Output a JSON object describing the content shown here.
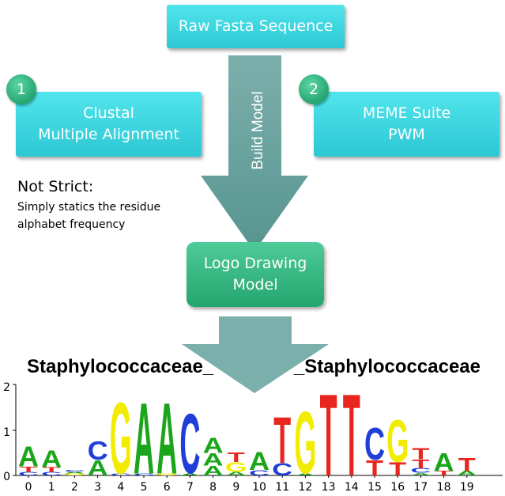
{
  "nodes": {
    "raw": "Raw Fasta Sequence",
    "clustal_line1": "Clustal",
    "clustal_line2": "Multiple Alignment",
    "meme_line1": "MEME Suite",
    "meme_line2": "PWM",
    "logo_line1": "Logo Drawing",
    "logo_line2": "Model"
  },
  "badges": {
    "one": "1",
    "two": "2"
  },
  "arrow_label": "Build Model",
  "note": {
    "title": "Not Strict:",
    "body": "Simply statics the residue alphabet frequency"
  },
  "logo_title": "Staphylococcaceae_",
  "logo_title_right": "_Staphylococcaceae",
  "colors": {
    "A": "#1aa51a",
    "C": "#1f3fd8",
    "G": "#f2ec00",
    "T": "#e8261e",
    "cyan_box": "#2cc8d4",
    "green_box": "#24a56e",
    "arrow": "#5e9e9a"
  },
  "chart_data": {
    "type": "sequence-logo",
    "ylim": [
      0,
      2
    ],
    "yticks": [
      "0",
      "1",
      "2"
    ],
    "positions": [
      "0",
      "1",
      "2",
      "3",
      "4",
      "5",
      "6",
      "7",
      "8",
      "9",
      "10",
      "11",
      "12",
      "13",
      "14",
      "15",
      "16",
      "17",
      "18",
      "19"
    ],
    "stacks": [
      [
        [
          "C",
          0.08
        ],
        [
          "T",
          0.12
        ],
        [
          "A",
          0.45
        ]
      ],
      [
        [
          "C",
          0.08
        ],
        [
          "T",
          0.1
        ],
        [
          "A",
          0.38
        ]
      ],
      [
        [
          "G",
          0.04
        ],
        [
          "A",
          0.04
        ],
        [
          "C",
          0.04
        ]
      ],
      [
        [
          "A",
          0.35
        ],
        [
          "C",
          0.42
        ]
      ],
      [
        [
          "C",
          0.04
        ],
        [
          "G",
          1.6
        ]
      ],
      [
        [
          "C",
          0.04
        ],
        [
          "A",
          1.6
        ]
      ],
      [
        [
          "G",
          0.04
        ],
        [
          "A",
          1.6
        ]
      ],
      [
        [
          "A",
          0.05
        ],
        [
          "C",
          1.35
        ]
      ],
      [
        [
          "A",
          0.22
        ],
        [
          "A",
          0.28
        ],
        [
          "A",
          0.35
        ]
      ],
      [
        [
          "A",
          0.08
        ],
        [
          "G",
          0.22
        ],
        [
          "T",
          0.22
        ]
      ],
      [
        [
          "C",
          0.12
        ],
        [
          "A",
          0.4
        ]
      ],
      [
        [
          "C",
          0.28
        ],
        [
          "T",
          1.05
        ]
      ],
      [
        [
          "A",
          0.05
        ],
        [
          "G",
          1.4
        ]
      ],
      [
        [
          "T",
          1.85
        ]
      ],
      [
        [
          "T",
          1.85
        ]
      ],
      [
        [
          "T",
          0.35
        ],
        [
          "C",
          0.72
        ]
      ],
      [
        [
          "T",
          0.3
        ],
        [
          "G",
          0.95
        ]
      ],
      [
        [
          "A",
          0.06
        ],
        [
          "C",
          0.1
        ],
        [
          "T",
          0.2
        ],
        [
          "T",
          0.25
        ]
      ],
      [
        [
          "T",
          0.1
        ],
        [
          "A",
          0.4
        ]
      ],
      [
        [
          "A",
          0.1
        ],
        [
          "T",
          0.3
        ]
      ]
    ]
  }
}
